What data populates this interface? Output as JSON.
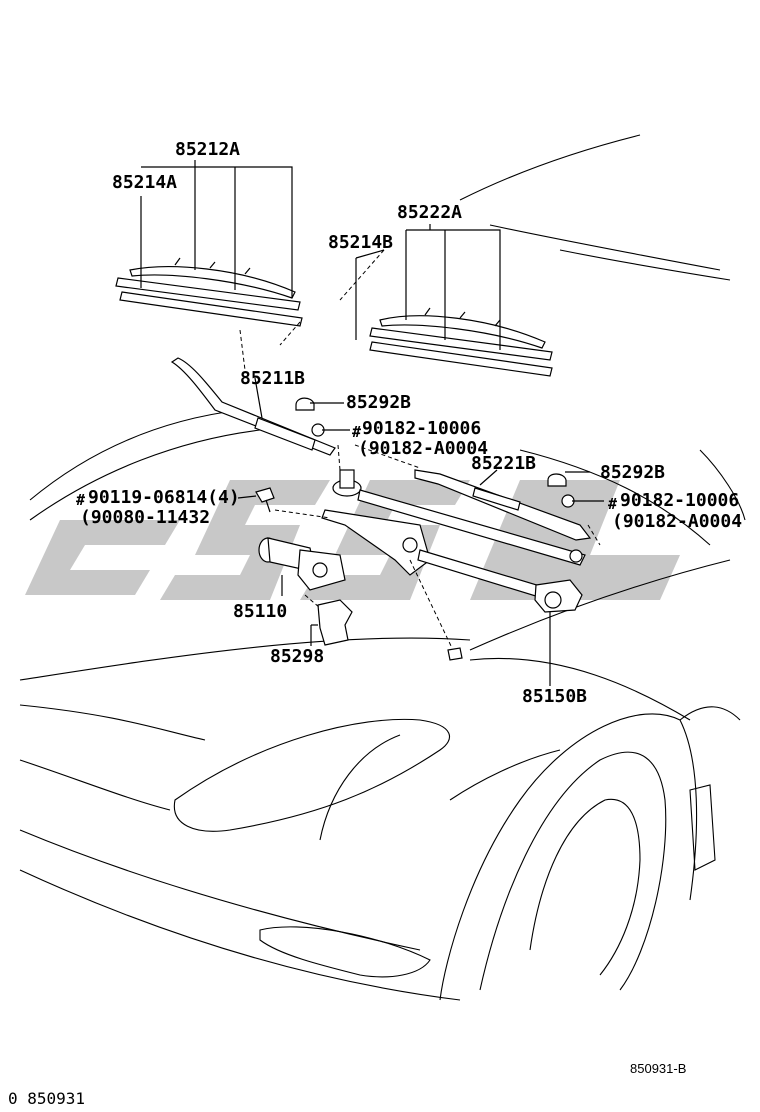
{
  "labels": {
    "p85212a": "85212A",
    "p85214a": "85214A",
    "p85222a": "85222A",
    "p85214b": "85214B",
    "p85211b": "85211B",
    "p85292b_1": "85292B",
    "p85292b_2": "85292B",
    "p85221b": "85221B",
    "p90182_1": "90182-10006",
    "p90182a_1": "(90182-A0004",
    "p90182_2": "90182-10006",
    "p90182a_2": "(90182-A0004",
    "p90119": "90119-06814(4)",
    "p90080": "(90080-11432",
    "p85110": "85110",
    "p85298": "85298",
    "p85150b": "85150B"
  },
  "markers": {
    "hash": "#"
  },
  "footer": {
    "ref_code": "850931-B",
    "page_code": "0 850931"
  }
}
